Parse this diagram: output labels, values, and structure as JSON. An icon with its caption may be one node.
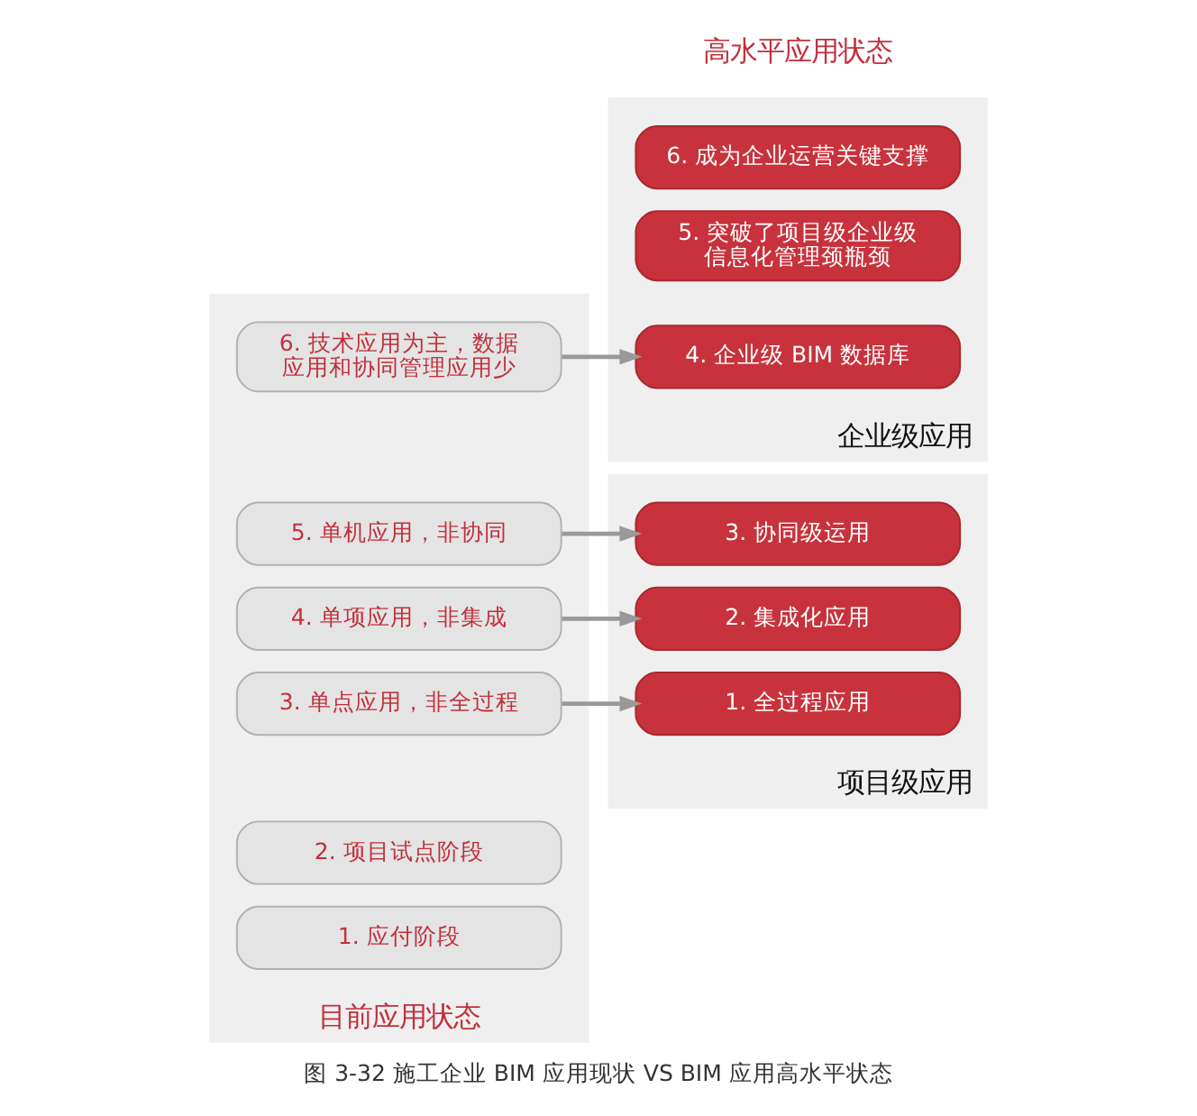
{
  "diagram": {
    "caption": "图 3-32 施工企业 BIM 应用现状 VS BIM 应用高水平状态",
    "nodes": [
      {
        "text": [
          "目前应用状态"
        ]
      },
      {
        "text": [
          "6. 技术应用为主，数据应用和协同管理应用少"
        ],
        "in": 0
      },
      {
        "text": [
          "5. 单机应用，非协同"
        ],
        "in": 0
      },
      {
        "text": [
          "4. 单项应用，非集成"
        ],
        "in": 0
      },
      {
        "text": [
          "3. 单点应用，非全过程"
        ],
        "in": 0
      },
      {
        "text": [
          "2. 项目试点阶段"
        ],
        "in": 0
      },
      {
        "text": [
          "1. 应付阶段"
        ],
        "in": 0
      },
      {
        "text": [
          "企业级应用"
        ]
      },
      {
        "text": [
          "6. 成为企业运营关键支撑"
        ],
        "in": 7
      },
      {
        "text": [
          "5. 突破了项目级企业级信息化管理颈瓶颈"
        ],
        "in": 7
      },
      {
        "text": [
          "4. 企业级 BIM 数据库"
        ],
        "in": 7
      },
      {
        "text": [
          "项目级应用"
        ]
      },
      {
        "text": [
          "3. 协同级运用"
        ],
        "in": 11
      },
      {
        "text": [
          "2. 集成化应用"
        ],
        "in": 11
      },
      {
        "text": [
          "1. 全过程应用"
        ],
        "in": 11
      }
    ],
    "edges": [
      {
        "from": 1,
        "to": 10,
        "arrow": "to"
      },
      {
        "from": 2,
        "to": 12,
        "arrow": "to"
      },
      {
        "from": 3,
        "to": 13,
        "arrow": "to"
      },
      {
        "from": 4,
        "to": 14,
        "arrow": "to"
      }
    ],
    "labels": [
      "高水平应用状态"
    ]
  }
}
